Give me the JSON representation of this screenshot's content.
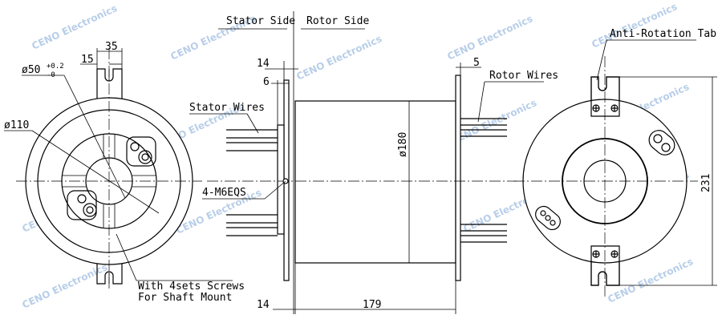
{
  "labels": {
    "stator_side": "Stator Side",
    "rotor_side": "Rotor Side",
    "anti_rotation_tab": "Anti-Rotation Tab",
    "rotor_wires": "Rotor Wires",
    "stator_wires": "Stator Wires",
    "thread_callout": "4-M6EQS",
    "screws_line1": "With 4sets Screws",
    "screws_line2": "For Shaft Mount"
  },
  "dimensions": {
    "tab_width": "35",
    "tab_offset": "15",
    "bore_dia": "ø50",
    "bore_tol_upper": "+0.2",
    "bore_tol_lower": "-0",
    "outer_dia": "ø110",
    "flange_thickness_top": "14",
    "flange_step": "6",
    "rotor_flange": "5",
    "body_dia": "ø180",
    "flange_thickness_bottom": "14",
    "body_length": "179",
    "overall_height": "231"
  },
  "watermark": "CENO Electronics"
}
